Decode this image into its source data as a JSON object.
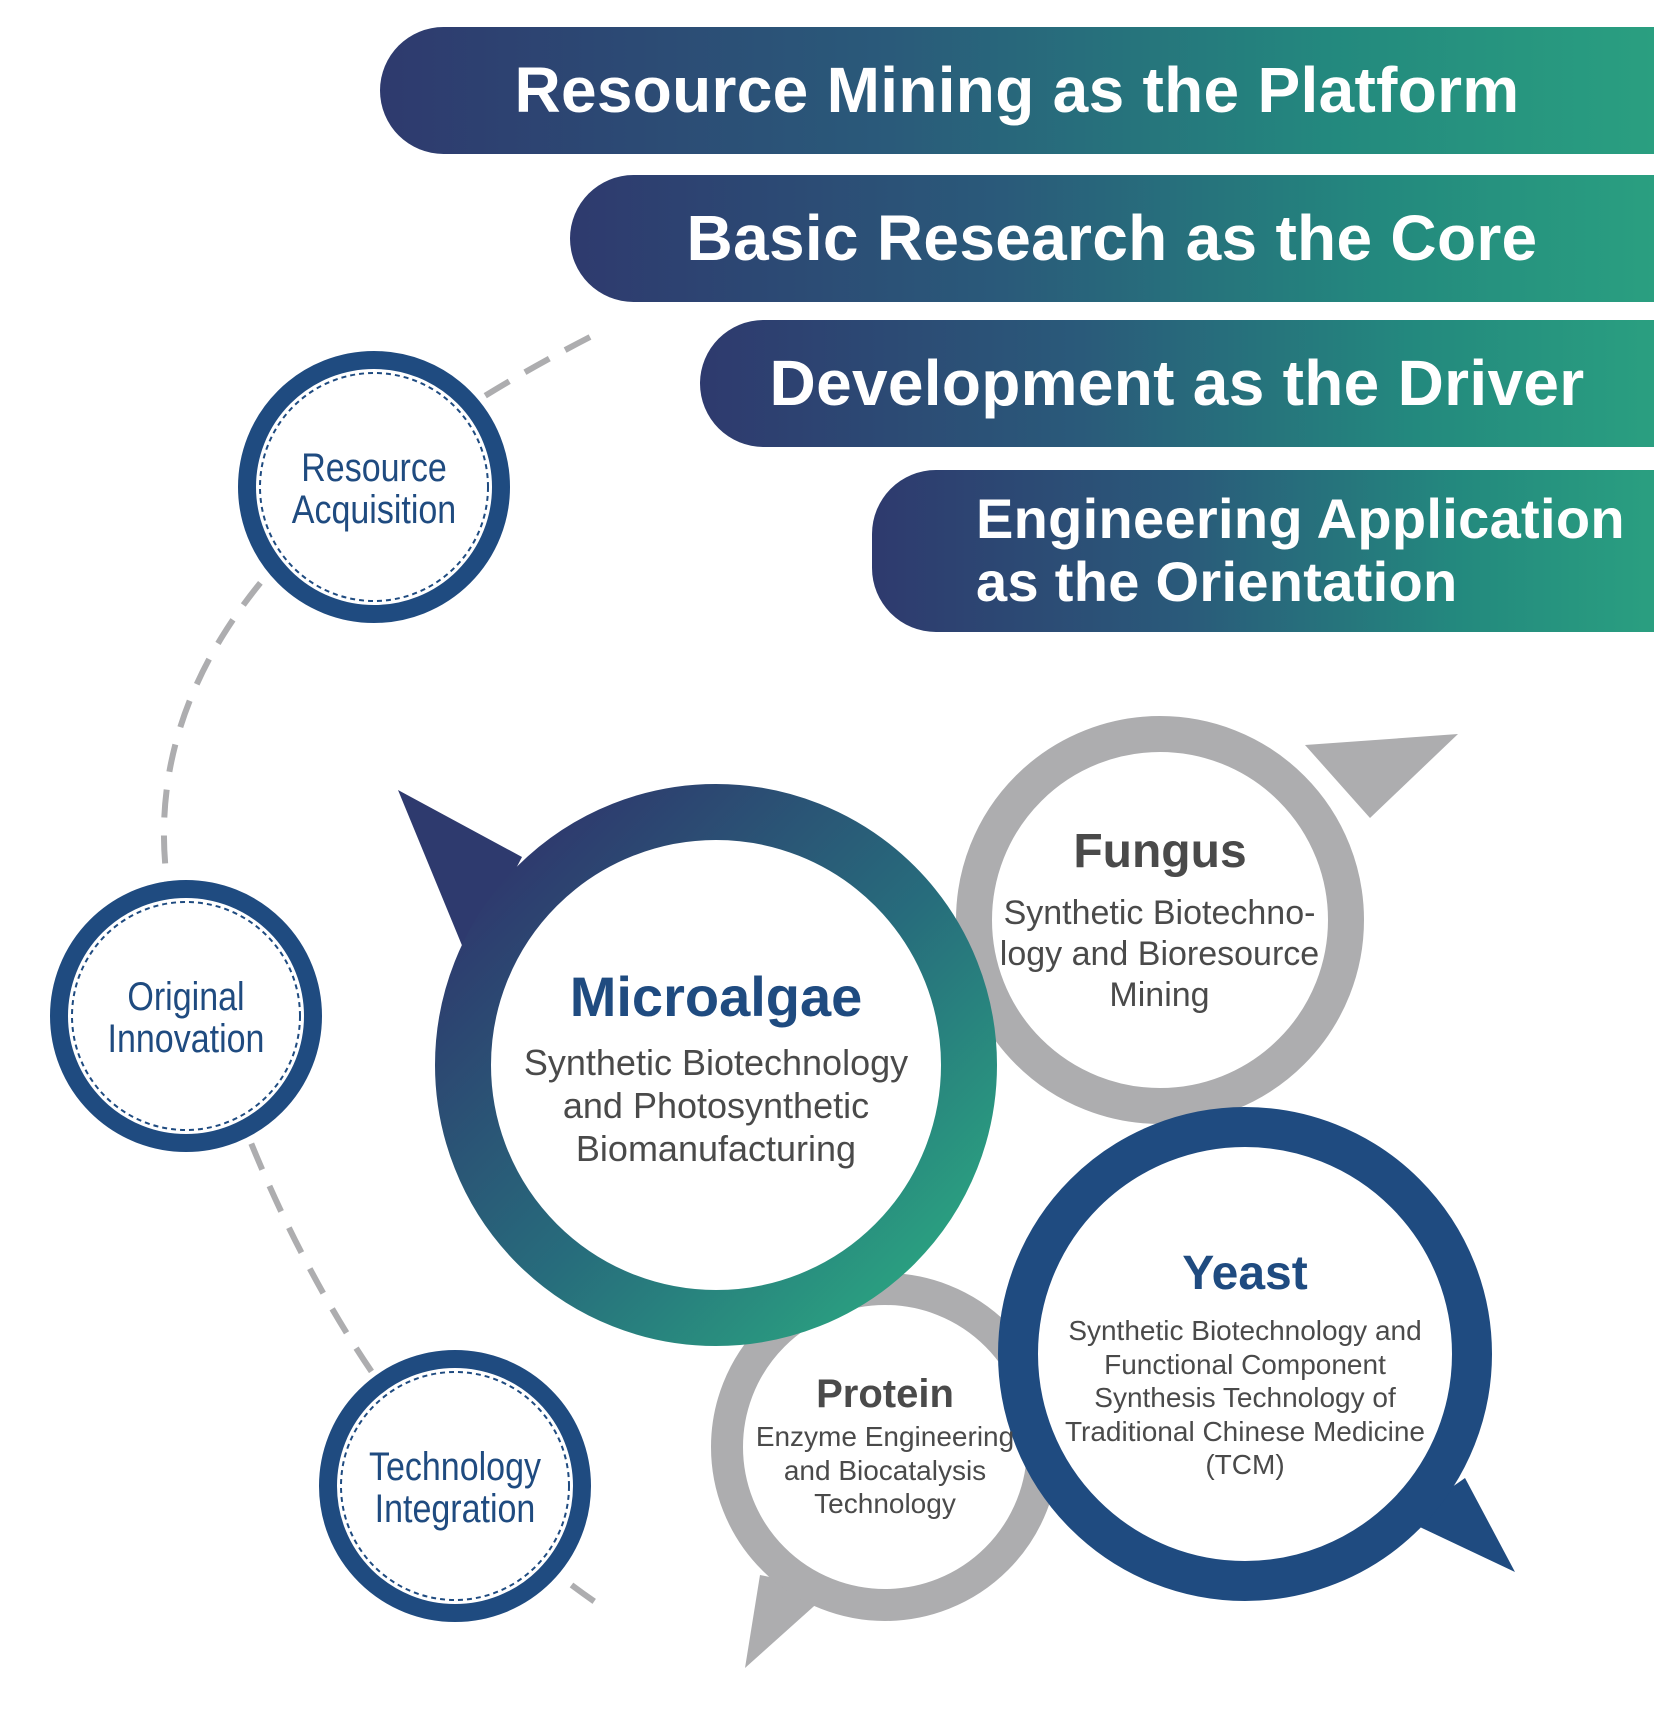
{
  "banners": [
    {
      "label": "Resource Mining as the Platform"
    },
    {
      "label": "Basic Research as the Core"
    },
    {
      "label": "Development as the Driver"
    },
    {
      "label": "Engineering Application as the Orientation"
    }
  ],
  "nodes": {
    "resource": "Resource Acquisition",
    "original": "Original Innovation",
    "technology": "Technology Integration"
  },
  "bubbles": {
    "microalgae": {
      "title": "Microalgae",
      "description": "Synthetic Biotechnology and Photosynthetic Biomanufacturing"
    },
    "fungus": {
      "title": "Fungus",
      "description": "Synthetic Biotechno- logy and Bioresource Mining"
    },
    "yeast": {
      "title": "Yeast",
      "description": "Synthetic Biotechnology and Functional Component Synthesis Technology of Traditional Chinese Medicine (TCM)"
    },
    "protein": {
      "title": "Protein",
      "description": "Enzyme Engineering and Biocatalysis Technology"
    }
  },
  "colors": {
    "navy": "#1f4b80",
    "teal": "#2a9f80",
    "indigo": "#2e3a6e",
    "gray": "#adadaf",
    "dark_text": "#4a4a4a"
  }
}
